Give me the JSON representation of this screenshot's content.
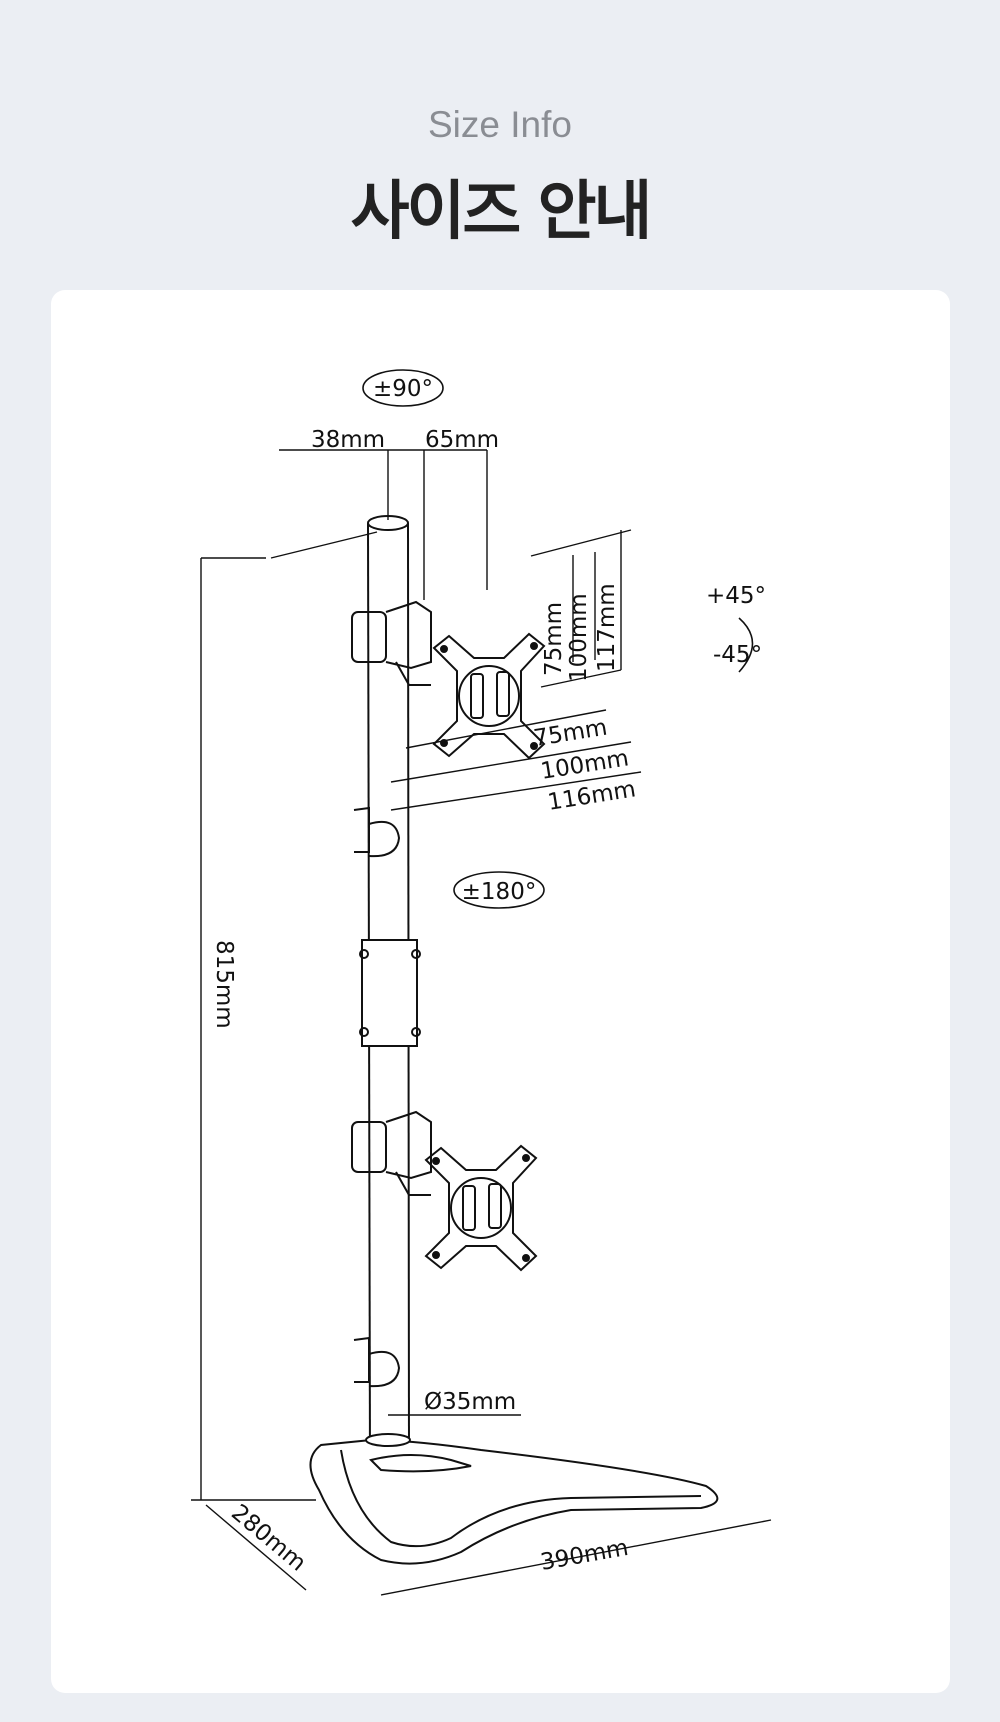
{
  "header": {
    "subtitle": "Size Info",
    "title": "사이즈 안내"
  },
  "diagram": {
    "rotation_top": "±90°",
    "rotation_swivel": "±180°",
    "tilt_up": "+45°",
    "tilt_down": "-45°",
    "pole_width": "38mm",
    "arm_offset": "65mm",
    "vesa_v_small": "75mm",
    "vesa_v_large": "100mm",
    "plate_height": "117mm",
    "vesa_h_small": "75mm",
    "vesa_h_large": "100mm",
    "plate_width": "116mm",
    "total_height": "815mm",
    "pole_diameter": "Ø35mm",
    "base_depth": "280mm",
    "base_width": "390mm"
  },
  "colors": {
    "background": "#ebeef3",
    "card": "#ffffff",
    "line": "#111111"
  }
}
